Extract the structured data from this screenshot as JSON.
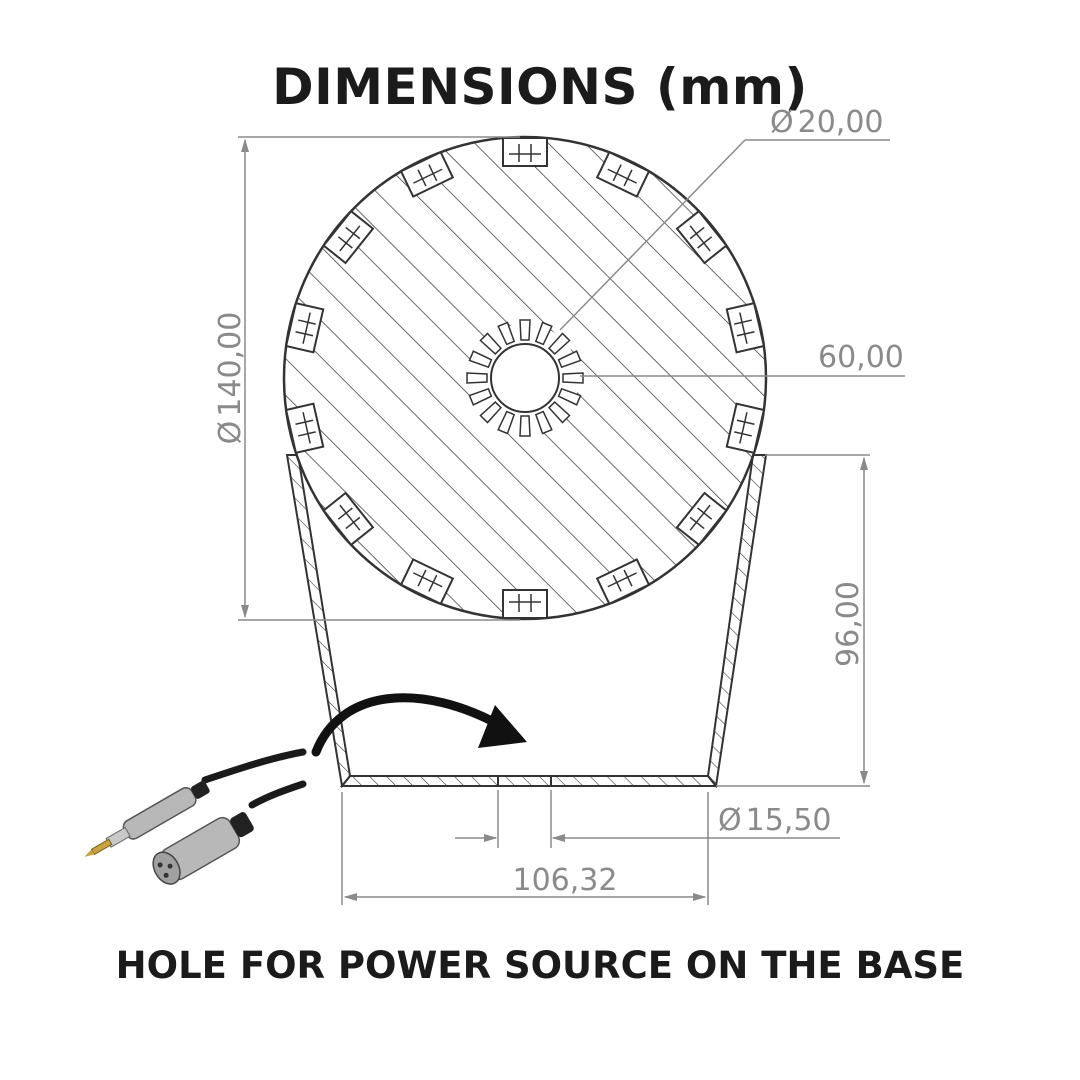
{
  "header": {
    "title": "DIMENSIONS (mm)"
  },
  "dimensions": {
    "hole_diameter": "20,00",
    "sphere_diameter": "140,00",
    "inner_diameter": "60,00",
    "base_height": "96,00",
    "power_hole": "15,50",
    "base_width": "106,32",
    "diameter_symbol": "Ø"
  },
  "footer": {
    "caption": "HOLE FOR POWER SOURCE ON THE BASE"
  },
  "colors": {
    "line": "#333333",
    "dimension": "#8a8a8a",
    "text": "#1b1b1b"
  },
  "icons": {
    "arrow": "curved-arrow-icon",
    "cable": "audio-cable-icon"
  }
}
